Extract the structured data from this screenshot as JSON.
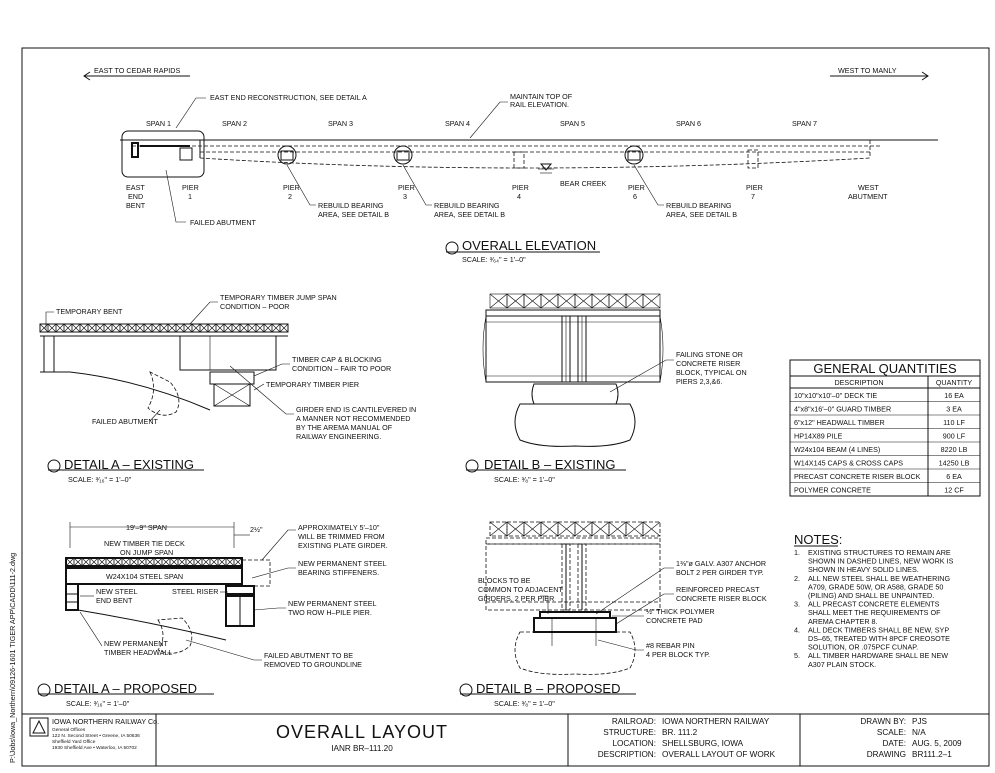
{
  "side_path": "P:\\Jobs\\Iowa_Northern\\09126-1601 TIGER APP\\CADD\\111-2.dwg",
  "direction": {
    "east": "EAST TO CEDAR RAPIDS",
    "west": "WEST TO MANLY"
  },
  "elevation": {
    "callout_east": "EAST END RECONSTRUCTION, SEE DETAIL A",
    "callout_rail": [
      "MAINTAIN TOP OF",
      "RAIL ELEVATION."
    ],
    "spans": [
      "SPAN 1",
      "SPAN 2",
      "SPAN 3",
      "SPAN 4",
      "SPAN 5",
      "SPAN 6",
      "SPAN 7"
    ],
    "east_bent": [
      "EAST",
      "END",
      "BENT"
    ],
    "piers": [
      [
        "PIER",
        "1"
      ],
      [
        "PIER",
        "2"
      ],
      [
        "PIER",
        "3"
      ],
      [
        "PIER",
        "4"
      ],
      [
        "PIER",
        "6"
      ],
      [
        "PIER",
        "7"
      ]
    ],
    "west_abutment": [
      "WEST",
      "ABUTMENT"
    ],
    "bear_creek": "BEAR CREEK",
    "failed_abutment": "FAILED ABUTMENT",
    "rebuild": [
      "REBUILD BEARING",
      "AREA, SEE DETAIL B"
    ],
    "title": "OVERALL ELEVATION",
    "scale": "SCALE: ³⁄₆₄\" = 1'–0\""
  },
  "detail_a_existing": {
    "temporary_bent": "TEMPORARY BENT",
    "jump_span": [
      "TEMPORARY TIMBER JUMP SPAN",
      "CONDITION – POOR"
    ],
    "timber_cap": [
      "TIMBER CAP & BLOCKING",
      "CONDITION – FAIR TO POOR"
    ],
    "temp_pier": "TEMPORARY TIMBER PIER",
    "girder_end": [
      "GIRDER END IS CANTILEVERED IN",
      "A MANNER NOT RECOMMENDED",
      "BY THE AREMA MANUAL OF",
      "RAILWAY ENGINEERING."
    ],
    "failed_abutment": "FAILED ABUTMENT",
    "title": "DETAIL A – EXISTING",
    "scale": "SCALE: ³⁄₁₆\" = 1'–0\""
  },
  "detail_b_existing": {
    "failing_stone": [
      "FAILING STONE OR",
      "CONCRETE RISER",
      "BLOCK, TYPICAL ON",
      "PIERS 2,3,&6."
    ],
    "title": "DETAIL B – EXISTING",
    "scale": "SCALE: ³⁄₈\" = 1'–0\""
  },
  "quantities": {
    "title": "GENERAL QUANTITIES",
    "headers": [
      "DESCRIPTION",
      "QUANTITY"
    ],
    "rows": [
      [
        "10\"x10\"x10'–0\" DECK TIE",
        "16 EA"
      ],
      [
        "4\"x8\"x16'–0\" GUARD TIMBER",
        "3 EA"
      ],
      [
        "6\"x12\" HEADWALL TIMBER",
        "110 LF"
      ],
      [
        "HP14X89 PILE",
        "900 LF"
      ],
      [
        "W24x104 BEAM (4 LINES)",
        "8220 LB"
      ],
      [
        "W14X145 CAPS & CROSS CAPS",
        "14250 LB"
      ],
      [
        "PRECAST CONCRETE RISER BLOCK",
        "6 EA"
      ],
      [
        "POLYMER CONCRETE",
        "12 CF"
      ]
    ]
  },
  "detail_a_proposed": {
    "span": "19'–9\" SPAN",
    "dim_right": "2½\"",
    "deck": [
      "NEW TIMBER TIE DECK",
      "ON JUMP SPAN"
    ],
    "steel_span": "W24X104 STEEL SPAN",
    "trim": [
      "APPROXIMATELY 5'–10\"",
      "WILL BE TRIMMED FROM",
      "EXISTING PLATE GIRDER."
    ],
    "stiffeners": [
      "NEW PERMANENT STEEL",
      "BEARING STIFFENERS."
    ],
    "new_steel_bent": [
      "NEW STEEL",
      "END BENT"
    ],
    "steel_riser": "STEEL RISER",
    "hpile": [
      "NEW PERMANENT STEEL",
      "TWO ROW H–PILE PIER."
    ],
    "headwall": [
      "NEW PERMANENT",
      "TIMBER HEADWALL"
    ],
    "failed_abutment": [
      "FAILED ABUTMENT TO BE",
      "REMOVED TO GROUNDLINE"
    ],
    "title": "DETAIL A – PROPOSED",
    "scale": "SCALE: ³⁄₁₆\" = 1'–0\""
  },
  "detail_b_proposed": {
    "blocks": [
      "BLOCKS TO BE",
      "COMMON TO ADJACENT",
      "GIRDERS, 2 PER PIER"
    ],
    "anchor": [
      "1⅜\"ø GALV. A307 ANCHOR",
      "BOLT 2 PER GIRDER TYP."
    ],
    "riser": [
      "REINFORCED PRECAST",
      "CONCRETE RISER BLOCK"
    ],
    "pad": [
      "½\" THICK POLYMER",
      "CONCRETE PAD"
    ],
    "rebar": [
      "#8 REBAR PIN",
      "4 PER BLOCK TYP."
    ],
    "title": "DETAIL B – PROPOSED",
    "scale": "SCALE: ³⁄₈\" = 1'–0\""
  },
  "notes": {
    "title": "NOTES:",
    "items": [
      [
        "1.",
        "EXISTING STRUCTURES TO REMAIN ARE",
        "SHOWN IN DASHED LINES, NEW WORK IS",
        "SHOWN IN HEAVY SOLID LINES."
      ],
      [
        "2.",
        "ALL NEW STEEL SHALL BE WEATHERING",
        "A709, GRADE 50W, OR A588, GRADE 50",
        "(PILING) AND SHALL BE UNPAINTED."
      ],
      [
        "3.",
        "ALL PRECAST CONCRETE ELEMENTS",
        "SHALL MEET THE REQUIREMENTS OF",
        "AREMA CHAPTER 8."
      ],
      [
        "4.",
        "ALL DECK TIMBERS SHALL BE NEW, SYP",
        "DS–65, TREATED WITH 8PCF CREOSOTE",
        "SOLUTION, OR .075PCF CUNAP."
      ],
      [
        "5.",
        "ALL TIMBER HARDWARE SHALL BE NEW",
        "A307 PLAIN STOCK."
      ]
    ]
  },
  "title_block": {
    "company": "IOWA NORTHERN RAILWAY Co.",
    "addr": [
      "General Offices",
      "122 N. Second Street • Greene, IA 50636",
      "Sheffield Yard Office",
      "1930 Sheffield Ave • Waterloo, IA 50702"
    ],
    "title": "OVERALL LAYOUT",
    "subtitle": "IANR BR–111.20",
    "labels": [
      "RAILROAD:",
      "STRUCTURE:",
      "LOCATION:",
      "DESCRIPTION:"
    ],
    "values": [
      "IOWA NORTHERN RAILWAY",
      "BR. 111.2",
      "SHELLSBURG, IOWA",
      "OVERALL LAYOUT OF WORK"
    ],
    "labels2": [
      "DRAWN BY:",
      "SCALE:",
      "DATE:",
      "DRAWING"
    ],
    "values2": [
      "PJS",
      "N/A",
      "AUG. 5, 2009",
      "BR111.2–1"
    ]
  }
}
